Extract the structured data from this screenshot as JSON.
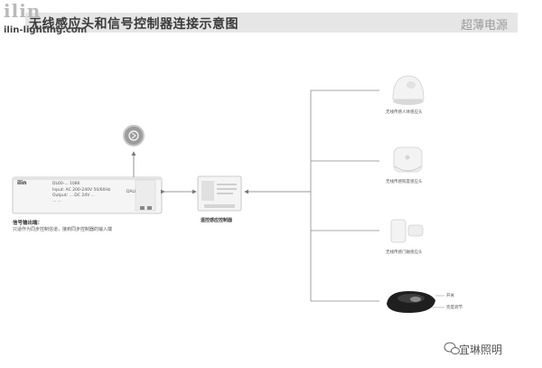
{
  "header": {
    "logo_text": "ilin",
    "logo_url": "ilin-lighting.com",
    "title": "无线感应头和信号控制器连接示意图",
    "right_tag": "超薄电源"
  },
  "driver": {
    "brand": "ilin",
    "model": "DL60-... 1086",
    "spec_lines": [
      "Input: AC 200-240V 50/60Hz",
      "Output: ... DC 24V ...",
      "... ..."
    ],
    "side_text": "DALI",
    "caption_title": "信号输出端：",
    "caption_body": "只适作为同步控制信道，接到同步控制器的输入端"
  },
  "controller": {
    "label": "遥控感应控制器"
  },
  "sensors": [
    {
      "label": "无线传感人体感应头",
      "icon": "pir-sensor-icon"
    },
    {
      "label": "无线传感照度感应头",
      "icon": "light-sensor-icon"
    },
    {
      "label": "无线传感门磁感应头",
      "icon": "door-sensor-icon"
    }
  ],
  "remote": {
    "labels": [
      "开关",
      "亮度调节"
    ]
  },
  "footer": {
    "wechat_label": "宜琳照明"
  },
  "colors": {
    "line": "#8a8a8a",
    "title_band": "#e6e6e6",
    "device": "#f4f4f4",
    "dark": "#222222"
  }
}
